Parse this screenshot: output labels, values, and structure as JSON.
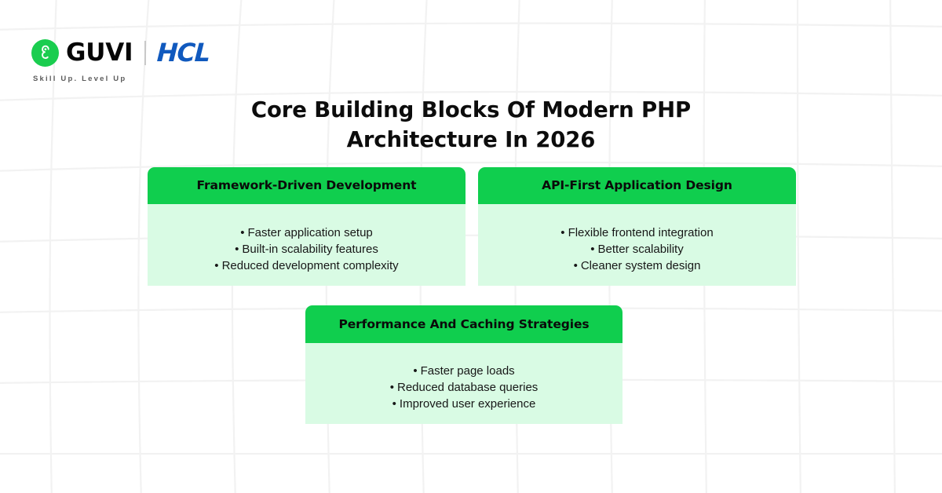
{
  "colors": {
    "background": "#ffffff",
    "grid_line": "#f2f2f2",
    "card_header_green": "#10CE4E",
    "card_body_mint": "#D9FBE4",
    "guvi_green": "#1ACD4F",
    "hcl_blue": "#1059BE",
    "title_text": "#0c0c0c",
    "body_text": "#171717",
    "tagline_text": "#5c5c5c"
  },
  "brand": {
    "logo_icon": "guvi-g-mark-icon",
    "guvi_name": "GUVI",
    "divider": "|",
    "partner_name": "HCL",
    "tagline": "Skill Up. Level Up"
  },
  "title": {
    "line1": "Core Building Blocks Of Modern PHP",
    "line2": "Architecture In 2026",
    "full": "Core Building Blocks Of Modern PHP Architecture In 2026"
  },
  "cards": [
    {
      "id": "framework-driven-development",
      "heading": "Framework-Driven Development",
      "bullets": [
        "Faster application setup",
        "Built-in scalability features",
        "Reduced development complexity"
      ]
    },
    {
      "id": "api-first-application-design",
      "heading": "API-First Application Design",
      "bullets": [
        "Flexible frontend integration",
        "Better scalability",
        "Cleaner system design"
      ]
    },
    {
      "id": "performance-and-caching-strategies",
      "heading": "Performance And Caching Strategies",
      "bullets": [
        "Faster page loads",
        "Reduced database queries",
        "Improved user experience"
      ]
    }
  ],
  "bullet_glyph": "•"
}
